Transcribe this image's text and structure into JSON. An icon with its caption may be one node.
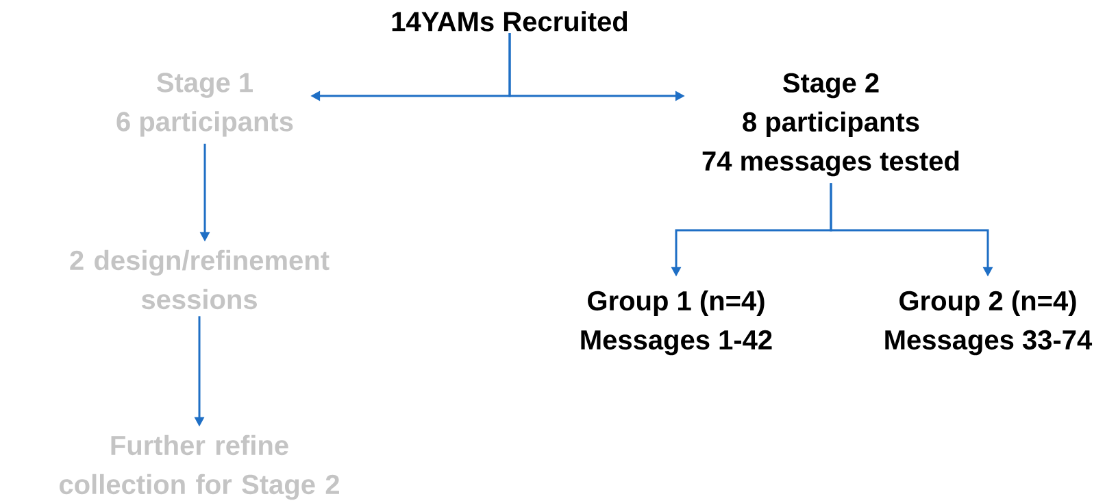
{
  "diagram": {
    "nodes": [
      {
        "text": [
          "14YAMs Recruited"
        ]
      },
      {
        "text": [
          "Stage 1",
          "6 participants"
        ]
      },
      {
        "text": [
          "2 design/refinement sessions"
        ]
      },
      {
        "text": [
          "Further refine collection for Stage 2"
        ]
      },
      {
        "text": [
          "Stage 2",
          "8 participants",
          "74 messages tested"
        ]
      },
      {
        "text": [
          "Group 1 (n=4)",
          "Messages 1-42"
        ]
      },
      {
        "text": [
          "Group 2 (n=4)",
          "Messages 33-74"
        ]
      }
    ],
    "edges": [
      {
        "from": 0,
        "to": 1,
        "arrow": "to"
      },
      {
        "from": 0,
        "to": 4,
        "arrow": "to"
      },
      {
        "from": 1,
        "to": 2,
        "arrow": "to"
      },
      {
        "from": 2,
        "to": 3,
        "arrow": "to"
      },
      {
        "from": 4,
        "to": 5,
        "arrow": "to"
      },
      {
        "from": 4,
        "to": 6,
        "arrow": "to"
      }
    ]
  }
}
